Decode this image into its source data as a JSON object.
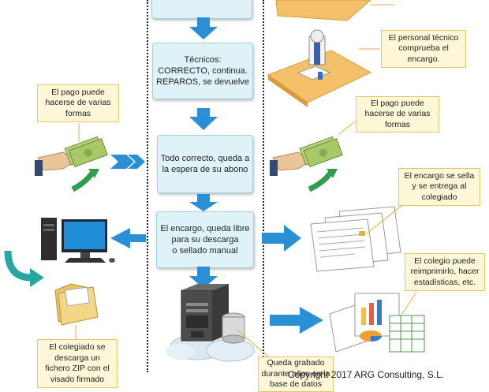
{
  "steps": [
    {
      "text": ""
    },
    {
      "text": "Técnicos:\nCORRECTO, continua.\nREPAROS, se devuelve"
    },
    {
      "text": "Todo correcto, queda a\nla espera de su abono"
    },
    {
      "text": "El encargo, queda libre\npara su descarga\no sellado manual"
    }
  ],
  "callouts": {
    "tecnico": "El personal técnico\ncomprueba el\nencargo.",
    "pago_left": "El pago puede\nhacerse de varias\nformas",
    "pago_right": "El pago puede\nhacerse de varias\nformas",
    "sella": "El encargo se sella\ny se entrega al\ncolegiado",
    "colegio": "El colegio puede\nreimprimirlo, hacer\nestadísticas, etc.",
    "zip": "El colegiado se\ndescarga un\nfichero ZIP con el\nvisado firmado",
    "grabado": "Queda grabado\ndurante años en la\nbase de datos"
  },
  "footer": {
    "copyright": "Copyright 2017   ARG Consulting, S.L."
  },
  "colors": {
    "arrow": "#2b8fd6",
    "step_bg": "#dff2f7",
    "callout_bg": "#fdf7d8",
    "callout_border": "#e2c86a",
    "green_arrow": "#2e9e4e"
  }
}
